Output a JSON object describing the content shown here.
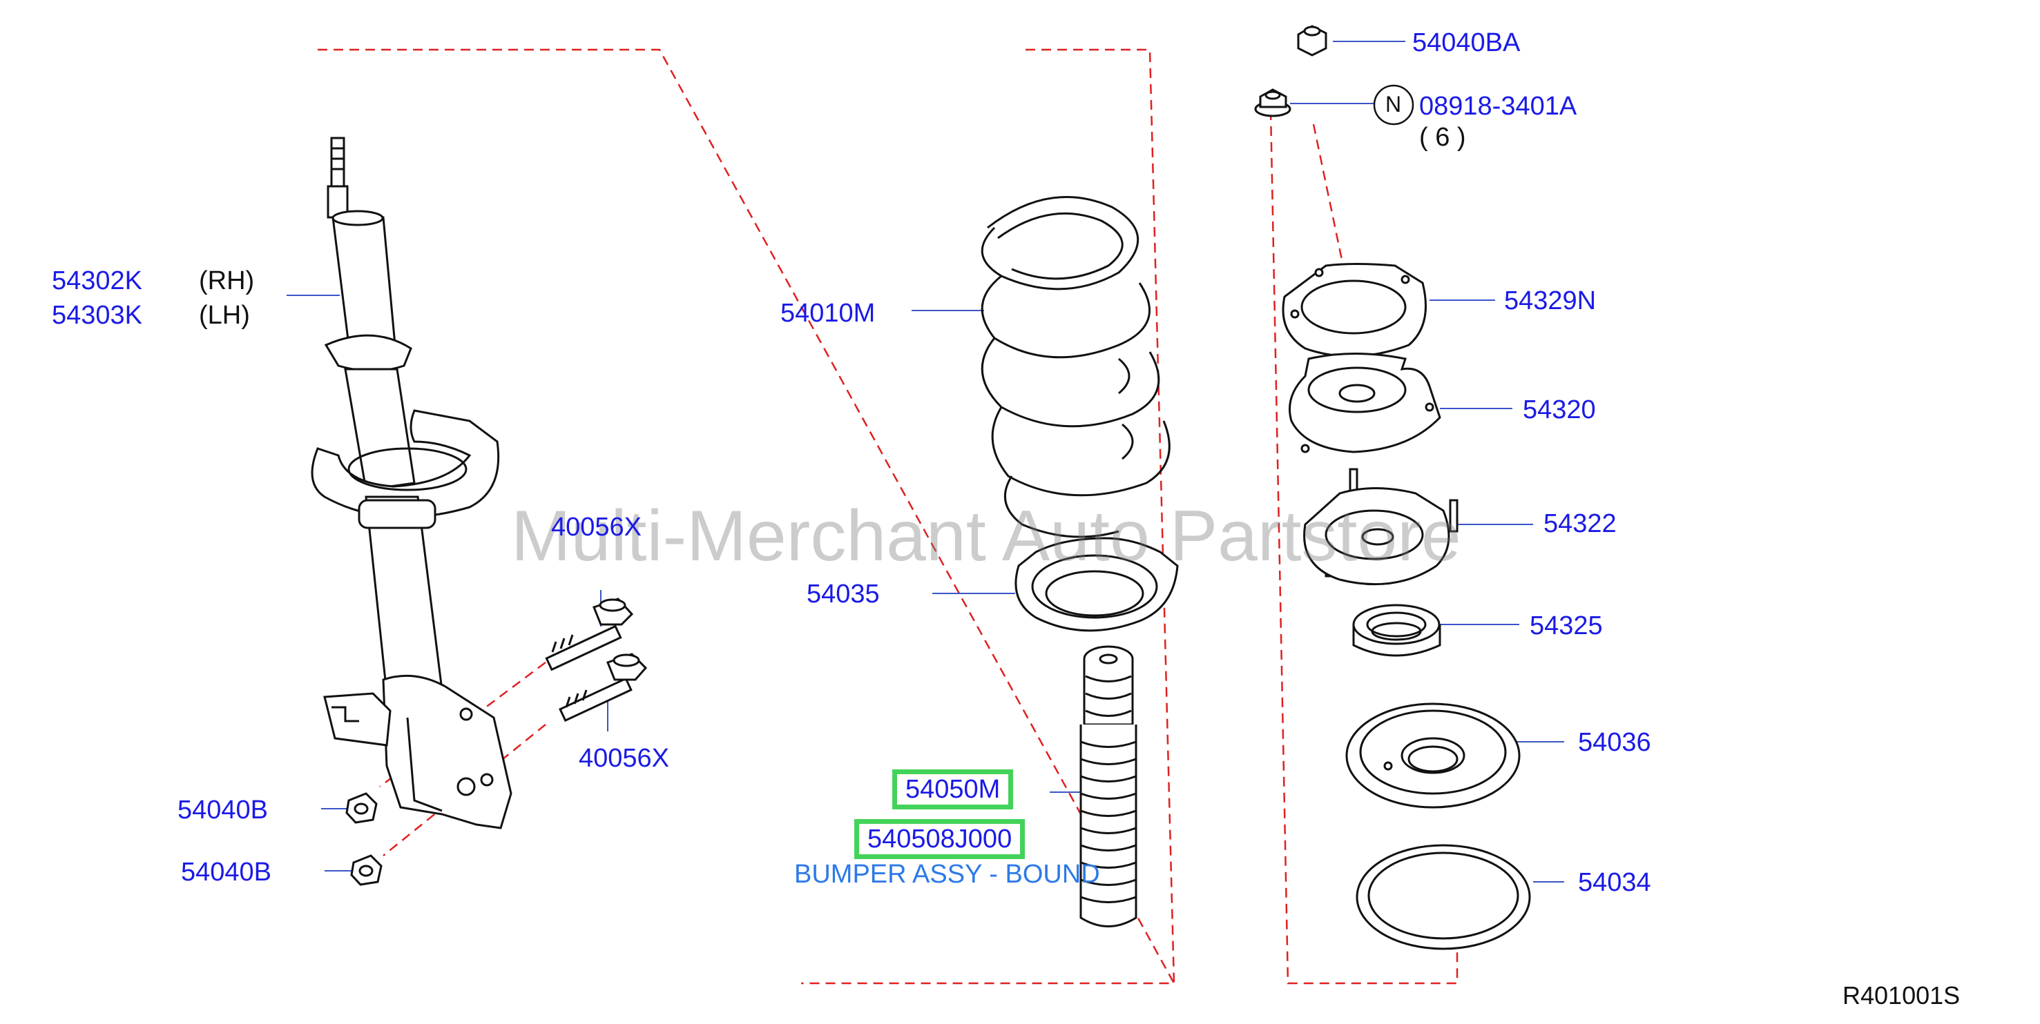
{
  "watermark": "Multi-Merchant Auto Partstore",
  "figure_code": "R401001S",
  "parts": {
    "strut_rh": "54302K",
    "strut_rh_side": "(RH)",
    "strut_lh": "54303K",
    "strut_lh_side": "(LH)",
    "bolt_upper": "40056X",
    "bolt_lower": "40056X",
    "nut_upper": "54040B",
    "nut_lower": "54040B",
    "spring": "54010M",
    "spring_seat_lower": "54035",
    "bumper_part": "54050M",
    "bumper_oem": "540508J000",
    "bumper_desc": "BUMPER ASSY - BOUND",
    "top_nut": "54040BA",
    "nut_n": "08918-3401A",
    "nut_n_qty": "( 6 )",
    "nut_n_symbol": "N",
    "plate": "54329N",
    "insulator": "54320",
    "mount": "54322",
    "bearing": "54325",
    "seat_upper": "54036",
    "seat_rubber": "54034"
  },
  "colors": {
    "label_blue": "#1a1ae6",
    "highlight_green": "#44d35a",
    "desc_blue": "#2c7ae8",
    "dash_red": "#e02020",
    "leader_blue": "#3a55c8"
  }
}
